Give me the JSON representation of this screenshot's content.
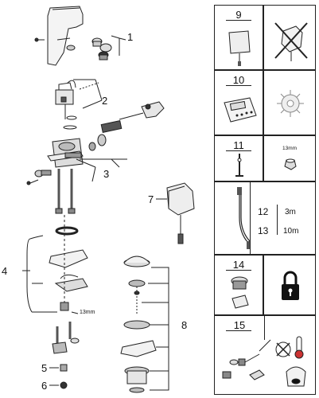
{
  "drawing": {
    "callouts": [
      "1",
      "2",
      "3",
      "4",
      "5",
      "6",
      "7",
      "8"
    ],
    "tool_size_left": "13mm"
  },
  "panel": {
    "r1": {
      "number": "9"
    },
    "r2": {
      "number": "10"
    },
    "r3": {
      "number": "11",
      "tool_size": "13mm"
    },
    "r4": {
      "a_num": "12",
      "a_len": "3m",
      "b_num": "13",
      "b_len": "10m"
    },
    "r5": {
      "number": "14"
    },
    "r6": {
      "number": "15"
    }
  },
  "colors": {
    "line": "#222222",
    "shade": "#d8d8d8",
    "grey": "#888888"
  }
}
